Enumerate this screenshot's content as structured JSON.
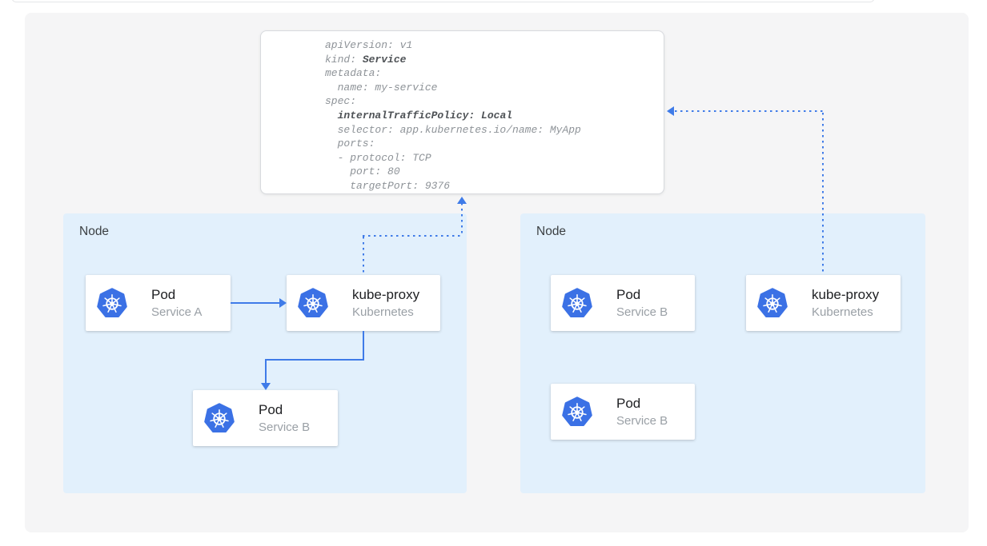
{
  "colors": {
    "accent": "#3F7BE8",
    "k8s_blue": "#3B71E5",
    "node_bg": "#E2F0FC",
    "canvas_bg": "#F5F5F6",
    "code_text": "#8E9398",
    "code_bold": "#4E5256",
    "card_title": "#202124",
    "card_sub": "#9AA0A6",
    "node_label": "#3C4043"
  },
  "yaml_card": {
    "lines": [
      [
        {
          "t": "apiVersion: v1",
          "b": false
        }
      ],
      [
        {
          "t": "kind: ",
          "b": false
        },
        {
          "t": "Service",
          "b": true
        }
      ],
      [
        {
          "t": "metadata:",
          "b": false
        }
      ],
      [
        {
          "t": "  name: my-service",
          "b": false
        }
      ],
      [
        {
          "t": "spec:",
          "b": false
        }
      ],
      [
        {
          "t": "  ",
          "b": false
        },
        {
          "t": "internalTrafficPolicy: Local",
          "b": true
        }
      ],
      [
        {
          "t": "  selector: app.kubernetes.io/name: MyApp",
          "b": false
        }
      ],
      [
        {
          "t": "  ports:",
          "b": false
        }
      ],
      [
        {
          "t": "  - protocol: TCP",
          "b": false
        }
      ],
      [
        {
          "t": "    port: 80",
          "b": false
        }
      ],
      [
        {
          "t": "    targetPort: 9376",
          "b": false
        }
      ]
    ]
  },
  "nodes": [
    {
      "label": "Node",
      "cards": [
        {
          "title": "Pod",
          "subtitle": "Service A",
          "icon": "kubernetes-icon"
        },
        {
          "title": "kube-proxy",
          "subtitle": "Kubernetes",
          "icon": "kubernetes-icon"
        },
        {
          "title": "Pod",
          "subtitle": "Service B",
          "icon": "kubernetes-icon"
        }
      ]
    },
    {
      "label": "Node",
      "cards": [
        {
          "title": "Pod",
          "subtitle": "Service B",
          "icon": "kubernetes-icon"
        },
        {
          "title": "kube-proxy",
          "subtitle": "Kubernetes",
          "icon": "kubernetes-icon"
        },
        {
          "title": "Pod",
          "subtitle": "Service B",
          "icon": "kubernetes-icon"
        }
      ]
    }
  ]
}
